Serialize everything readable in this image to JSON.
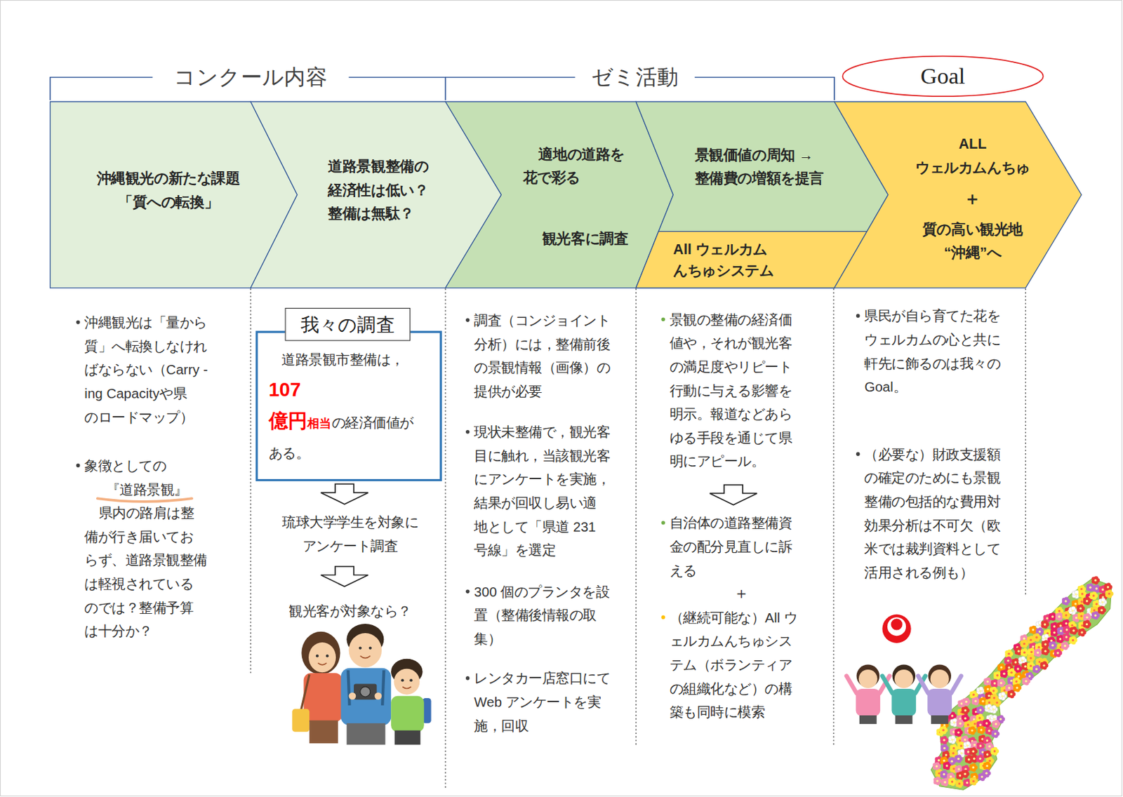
{
  "diagram": {
    "nodes": [
      {
        "text": [
          "Goal"
        ]
      },
      {
        "text": [
          "沖縄観光の新たな課題 「質への転換」"
        ]
      },
      {
        "text": [
          "道路景観整備の 経済性は低い？ 整備は無駄？"
        ]
      },
      {
        "text": [
          "適地の道路を 花で彩る",
          "観光客に調査"
        ]
      },
      {
        "text": [
          "景観価値の周知 →整備費の増額を提言"
        ]
      },
      {
        "text": [
          "All ウェルカム んちゅシステム"
        ],
        "in": 4
      },
      {
        "text": [
          "ALL ウェルカムんちゅ",
          "＋",
          "質の高い観光地 “沖縄”へ"
        ]
      },
      {
        "text": [
          "我々の調査",
          "道路景観市整備は，",
          "107 億円",
          "相当",
          "の経済価値がある。"
        ]
      }
    ],
    "labels": [
      "コンクール内容",
      "ゼミ活動",
      "沖縄観光は「量から 質」へ転換しなけれ ばならない（Carry -ing Capacityや県 のロードマップ）",
      "象徴としての",
      "『道路景観』",
      "県内の路肩は整 備が行き届いてお らず、道路景観整備 は軽視されている のでは？整備予算 は十分か？",
      "琉球大学学生を対象に アンケート調査",
      "観光客が対象なら？",
      "調査（コンジョイント 分析）には，整備前後 の景観情報（画像）の 提供が必要",
      "現状未整備で，観光客 目に触れ，当該観光客 にアンケートを実施， 結果が回収し易い適 地として「県道 231 号線」を選定",
      "300 個のプランタを設 置（整備後情報の取 集）",
      "レンタカー店窓口にて Web アンケートを実 施，回収",
      "景観の整備の経済価 値や，それが観光客 の満足度やリピート 行動に与える影響を 明示。報道などあら ゆる手段を通じて県 明にアピール。",
      "自治体の道路整備資 金の配分見直しに訴 える",
      "＋",
      "（継続可能な）All ウ ェルカムんちゅシス テム（ボランティア の組織化など）の構 築も同時に模索",
      "県民が自ら育てた花を ウェルカムの心と共に 軒先に飾るのは我々の Goal。",
      "（必要な）財政支援額 の確定のためにも景観 整備の包括的な費用対 効果分析は不可欠（欧 米では裁判資料として 活用される例も）"
    ]
  }
}
